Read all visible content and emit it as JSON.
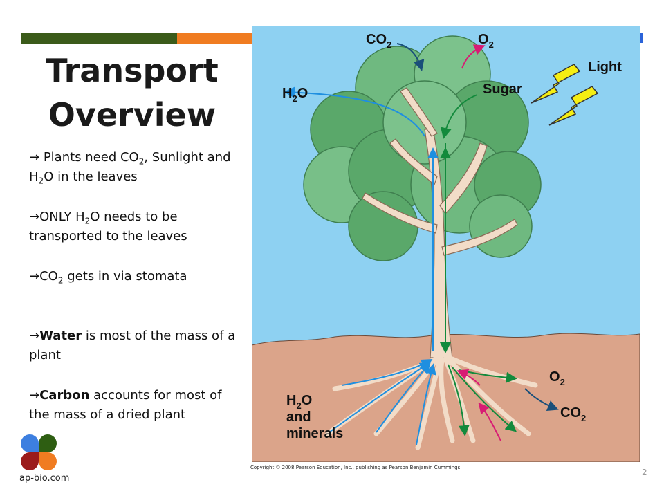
{
  "title": {
    "line1": "Transport",
    "line2": "Overview"
  },
  "bullets": {
    "b1": {
      "arrow": "→",
      "t1": " Plants need CO",
      "sub1": "2",
      "t2": ", Sunlight and H",
      "sub2": "2",
      "t3": "O in the leaves"
    },
    "b2": {
      "arrow": "→",
      "t1": "ONLY H",
      "sub1": "2",
      "t2": "O needs to be transported to the leaves"
    },
    "b3": {
      "arrow": "→",
      "t1": "CO",
      "sub1": "2",
      "t2": " gets in via stomata"
    },
    "b4": {
      "arrow": "→",
      "bold": "Water",
      "t1": " is most of the mass of a plant"
    },
    "b5": {
      "arrow": "→",
      "bold": "Carbon",
      "t1": " accounts for most of the mass of a dried plant"
    }
  },
  "logo": {
    "text": "ap-bio.com"
  },
  "figure": {
    "labels": {
      "co2_top": "CO",
      "co2_top_sub": "2",
      "o2_top": "O",
      "o2_top_sub": "2",
      "light": "Light",
      "h2o_left": "H",
      "h2o_left_sub": "2",
      "h2o_left_end": "O",
      "sugar": "Sugar",
      "o2_bottom": "O",
      "o2_bottom_sub": "2",
      "co2_bottom": "CO",
      "co2_bottom_sub": "2",
      "h2o_min_1a": "H",
      "h2o_min_1sub": "2",
      "h2o_min_1b": "O",
      "h2o_min_2": "and",
      "h2o_min_3": "minerals"
    },
    "copyright": "Copyright © 2008 Pearson Education, Inc., publishing as Pearson Benjamin Cummings."
  },
  "page_number": "2",
  "colors": {
    "band_green": "#3b5b1a",
    "band_orange": "#f07c21",
    "sky": "#8ed1f2",
    "soil": "#dba48a",
    "leaf": "#5aa86a",
    "trunk": "#f2dcc8",
    "arrow_blue": "#1f8fe0",
    "arrow_green": "#138a3c",
    "arrow_pink": "#d81b74",
    "lightning": "#f6ee12",
    "logo_blue": "#3d7fe0",
    "logo_green": "#2e5e12",
    "logo_red": "#9b1b1b",
    "logo_orange": "#f07c21"
  }
}
